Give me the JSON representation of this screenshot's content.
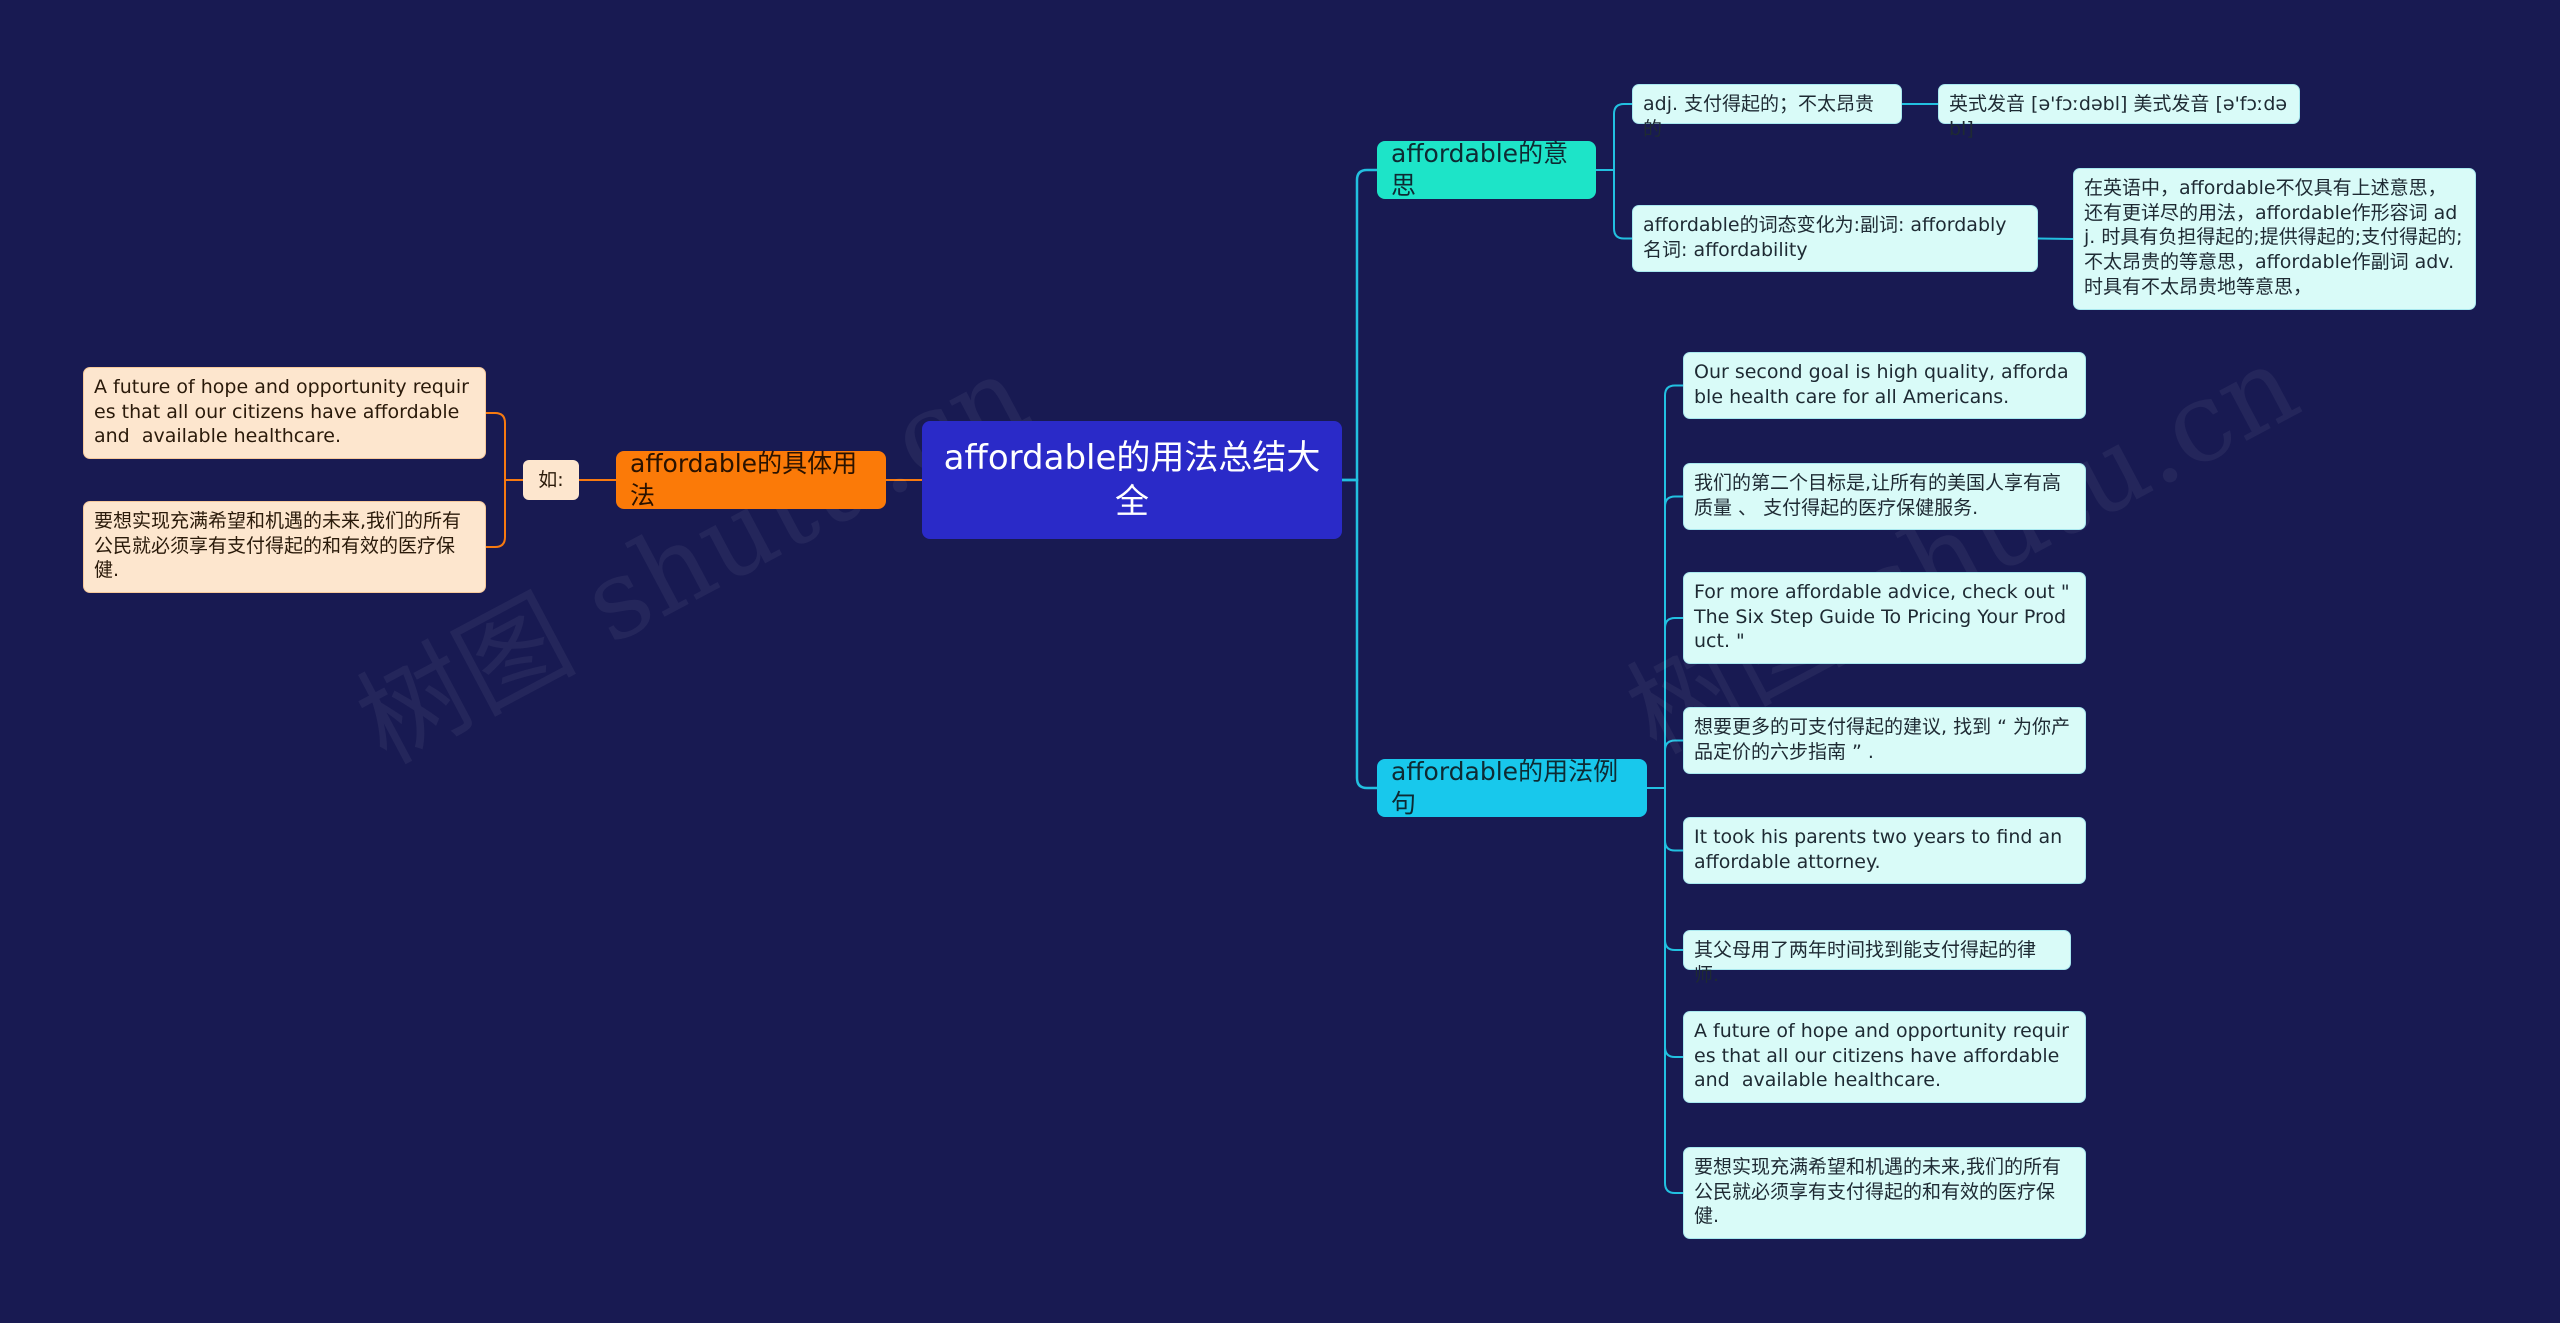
{
  "root": {
    "label": "affordable的用法总结大全"
  },
  "branches": {
    "meaning": {
      "label": "affordable的意思",
      "items": [
        {
          "text": "adj. 支付得起的；不太昂贵的",
          "child": "英式发音 [ə'fɔːdəbl] 美式发音 [ə'fɔːdəbl]"
        },
        {
          "text": "affordable的词态变化为:副词: affordably 名词: affordability",
          "child": "在英语中，affordable不仅具有上述意思，还有更详尽的用法，affordable作形容词 adj. 时具有负担得起的;提供得起的;支付得起的;不太昂贵的等意思，affordable作副词 adv. 时具有不太昂贵地等意思，"
        }
      ]
    },
    "examples": {
      "label": "affordable的用法例句",
      "items": [
        "Our second goal is high quality, affordable health care for all Americans.",
        "我们的第二个目标是,让所有的美国人享有高质量 、 支付得起的医疗保健服务.",
        "For more affordable advice, check out \" The Six Step Guide To Pricing Your Product. \"",
        "想要更多的可支付得起的建议, 找到 “ 为你产品定价的六步指南 ” .",
        "It took his parents two years to find an affordable attorney.",
        "其父母用了两年时间找到能支付得起的律师.",
        "A future of hope and opportunity requires that all our citizens have affordable and  available healthcare.",
        "要想实现充满希望和机遇的未来,我们的所有公民就必须享有支付得起的和有效的医疗保健."
      ]
    },
    "usage": {
      "label": "affordable的具体用法",
      "sub_label": "如:",
      "items": [
        "A future of hope and opportunity requires that all our citizens have affordable and  available healthcare.",
        "要想实现充满希望和机遇的未来,我们的所有公民就必须享有支付得起的和有效的医疗保健."
      ]
    }
  },
  "colors": {
    "background": "#181a52",
    "root": "#2a2ac8",
    "meaning": "#1de4c8",
    "examples": "#18c8ec",
    "usage": "#fb7a08",
    "leaf": "#d9fbf8",
    "leaf_orange": "#fde6ce",
    "link_cyan": "#22c0e0",
    "link_orange": "#f77a10"
  }
}
